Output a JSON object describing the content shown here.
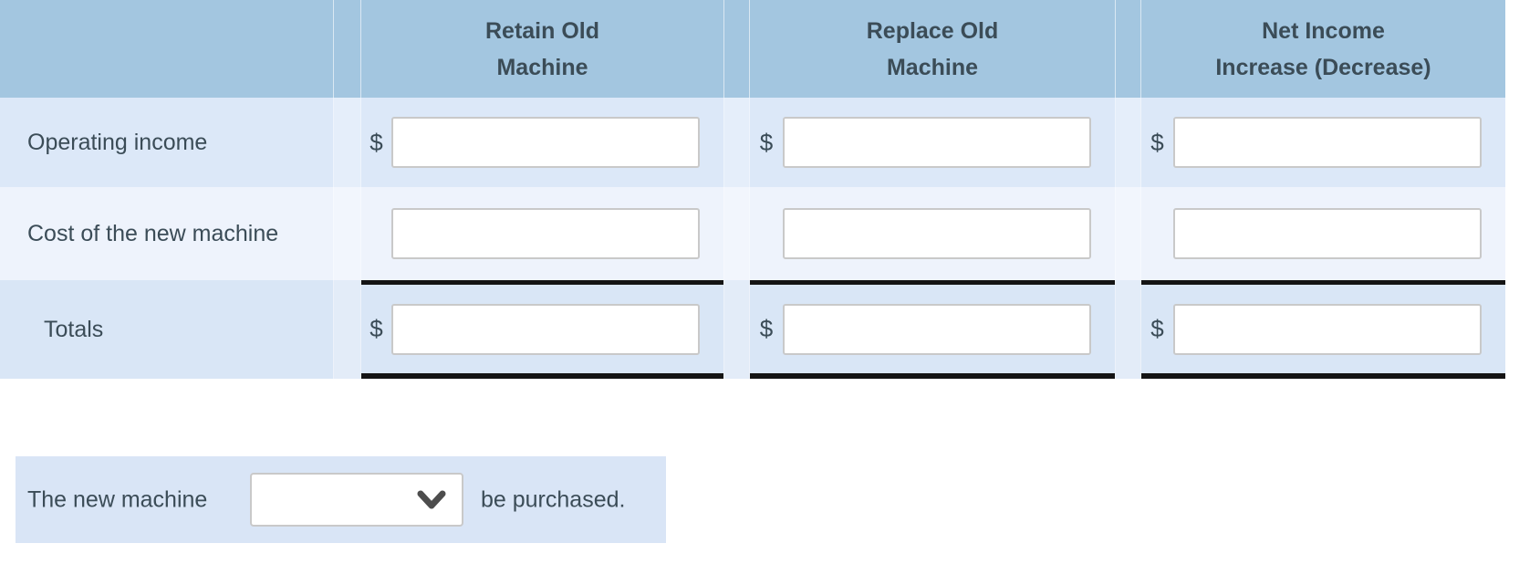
{
  "colors": {
    "header_bg": "#a3c6e0",
    "row_odd_bg": "#dce8f8",
    "row_even_bg": "#eef3fc",
    "totals_row_bg": "#d9e6f6",
    "panel_bg": "#d9e5f6",
    "text": "#3b4c57",
    "totals_rule": "#141414",
    "input_border": "#c9c9c9"
  },
  "table": {
    "headers": [
      {
        "line1": "Retain Old",
        "line2": "Machine"
      },
      {
        "line1": "Replace Old",
        "line2": "Machine"
      },
      {
        "line1": "Net Income",
        "line2": "Increase (Decrease)"
      }
    ],
    "rows": [
      {
        "label": "Operating income",
        "dollar": "$",
        "values": [
          "",
          "",
          ""
        ]
      },
      {
        "label": "Cost of the new machine",
        "dollar": "",
        "values": [
          "",
          "",
          ""
        ]
      },
      {
        "label": "Totals",
        "dollar": "$",
        "values": [
          "",
          "",
          ""
        ]
      }
    ]
  },
  "sentence": {
    "prefix": "The new machine",
    "select_value": "",
    "suffix": "be purchased."
  },
  "icons": {
    "select_chevron": "chevron-down-icon"
  }
}
